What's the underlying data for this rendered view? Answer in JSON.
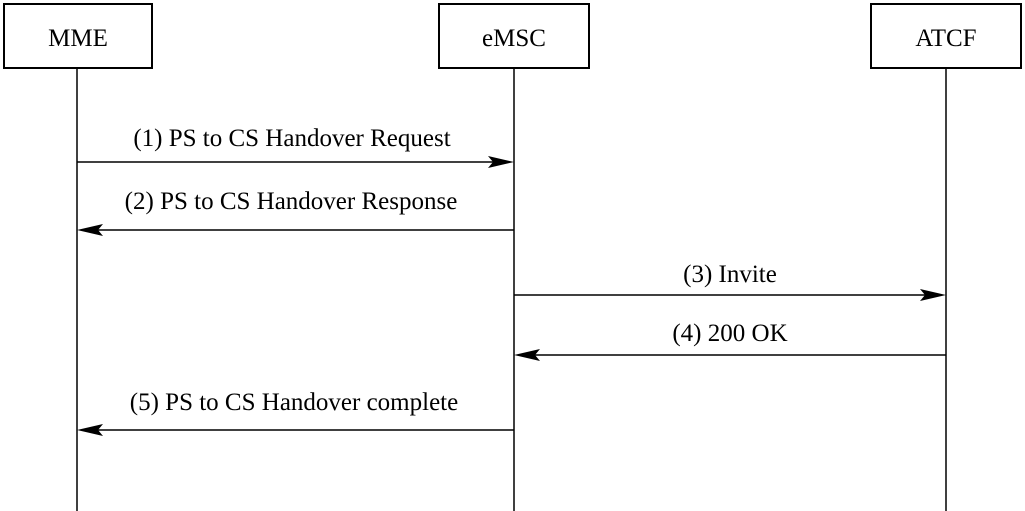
{
  "actors": [
    {
      "id": "mme",
      "label": "MME"
    },
    {
      "id": "emsc",
      "label": "eMSC"
    },
    {
      "id": "atcf",
      "label": "ATCF"
    }
  ],
  "messages": [
    {
      "label": "(1) PS to CS Handover Request",
      "from": "mme",
      "to": "emsc"
    },
    {
      "label": "(2) PS to CS Handover Response",
      "from": "emsc",
      "to": "mme"
    },
    {
      "label": "(3) Invite",
      "from": "emsc",
      "to": "atcf"
    },
    {
      "label": "(4) 200 OK",
      "from": "atcf",
      "to": "emsc"
    },
    {
      "label": "(5) PS to CS Handover complete",
      "from": "emsc",
      "to": "mme"
    }
  ]
}
